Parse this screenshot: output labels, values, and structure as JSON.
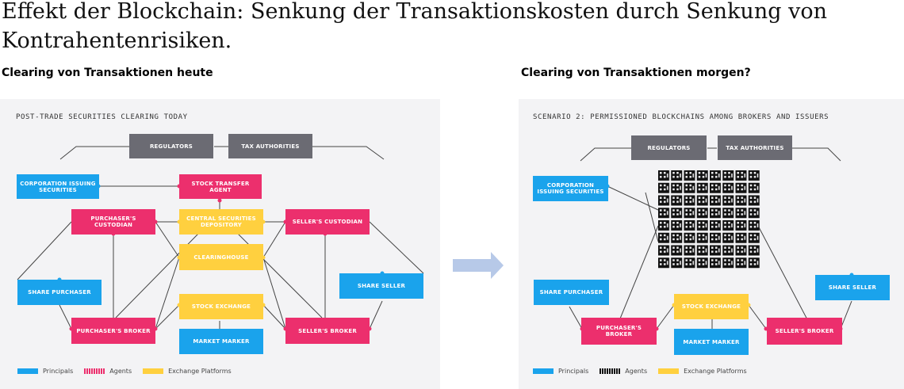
{
  "title": "Effekt der Blockchain: Senkung der Transaktionskosten durch Senkung von Kontrahentenrisiken.",
  "left": {
    "subtitle": "Clearing von Transaktionen heute",
    "panel_title": "POST-TRADE SECURITIES CLEARING TODAY",
    "boxes": {
      "regulators": "REGULATORS",
      "tax": "TAX AUTHORITIES",
      "corp": "CORPORATION ISSUING SECURITIES",
      "stock_transfer": "STOCK TRANSFER AGENT",
      "purch_custodian": "PURCHASER'S CUSTODIAN",
      "csd": "CENTRAL SECURITIES DEPOSITORY",
      "seller_custodian": "SELLER'S CUSTODIAN",
      "clearinghouse": "CLEARINGHOUSE",
      "share_purchaser": "SHARE PURCHASER",
      "share_seller": "SHARE SELLER",
      "stock_exchange": "STOCK EXCHANGE",
      "purch_broker": "PURCHASER'S BROKER",
      "seller_broker": "SELLER'S BROKER",
      "market_maker": "MARKET MARKER"
    },
    "legend": [
      "Principals",
      "Agents",
      "Exchange Platforms"
    ]
  },
  "right": {
    "subtitle": "Clearing von Transaktionen morgen?",
    "panel_title": "SCENARIO 2: PERMISSIONED BLOCKCHAINS AMONG BROKERS AND ISSUERS",
    "boxes": {
      "regulators": "REGULATORS",
      "tax": "TAX AUTHORITIES",
      "corp": "CORPORATION ISSUING SECURITIES",
      "share_purchaser": "SHARE PURCHASER",
      "share_seller": "SHARE SELLER",
      "stock_exchange": "STOCK EXCHANGE",
      "purch_broker": "PURCHASER'S BROKER",
      "seller_broker": "SELLER'S BROKER",
      "market_maker": "MARKET MARKER"
    },
    "legend": [
      "Principals",
      "Agents",
      "Exchange Platforms"
    ]
  },
  "colors": {
    "principals": "#1aa3ec",
    "agents": "#ec2f6d",
    "exchange": "#ffd03f",
    "authorities": "#6b6b73",
    "arrow": "#b7c9e8"
  }
}
